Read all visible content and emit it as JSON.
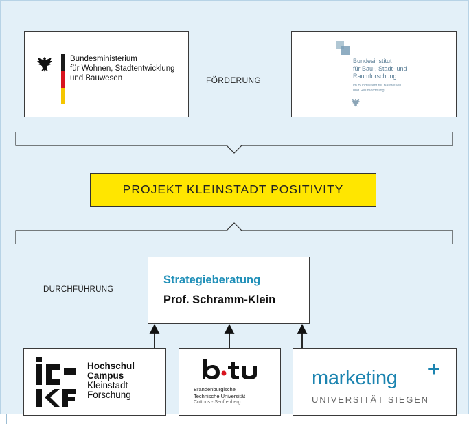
{
  "top_left_logo": {
    "line1": "Bundesministerium",
    "line2": "für Wohnen, Stadtentwicklung",
    "line3": "und Bauwesen",
    "flag_colors": [
      "#1a1a1a",
      "#d8131d",
      "#f5c600"
    ]
  },
  "foerderung_label": "FÖRDERUNG",
  "top_right_logo": {
    "line1": "Bundesinstitut",
    "line2": "für Bau-, Stadt- und",
    "line3": "Raumforschung",
    "sub1": "im Bundesamt für Bauwesen",
    "sub2": "und Raumordnung"
  },
  "project_title": "PROJEKT KLEINSTADT POSITIVITY",
  "durchfuehrung_label": "DURCHFÜHRUNG",
  "strategy": {
    "line1": "Strategieberatung",
    "line2": "Prof. Schramm-Klein"
  },
  "partners": {
    "hkf": {
      "line1": "Hochschul",
      "line2": "Campus",
      "line3": "Kleinstadt",
      "line4": "Forschung"
    },
    "btu": {
      "line1": "Brandenburgische",
      "line2": "Technische Universität",
      "line3": "Cottbus - Senftenberg"
    },
    "marketing": {
      "word": "marketing",
      "plus": "+",
      "sub": "UNIVERSITÄT SIEGEN"
    }
  },
  "colors": {
    "background": "#e3f0f8",
    "project_yellow": "#ffe600",
    "accent_blue": "#1f8fb8"
  }
}
